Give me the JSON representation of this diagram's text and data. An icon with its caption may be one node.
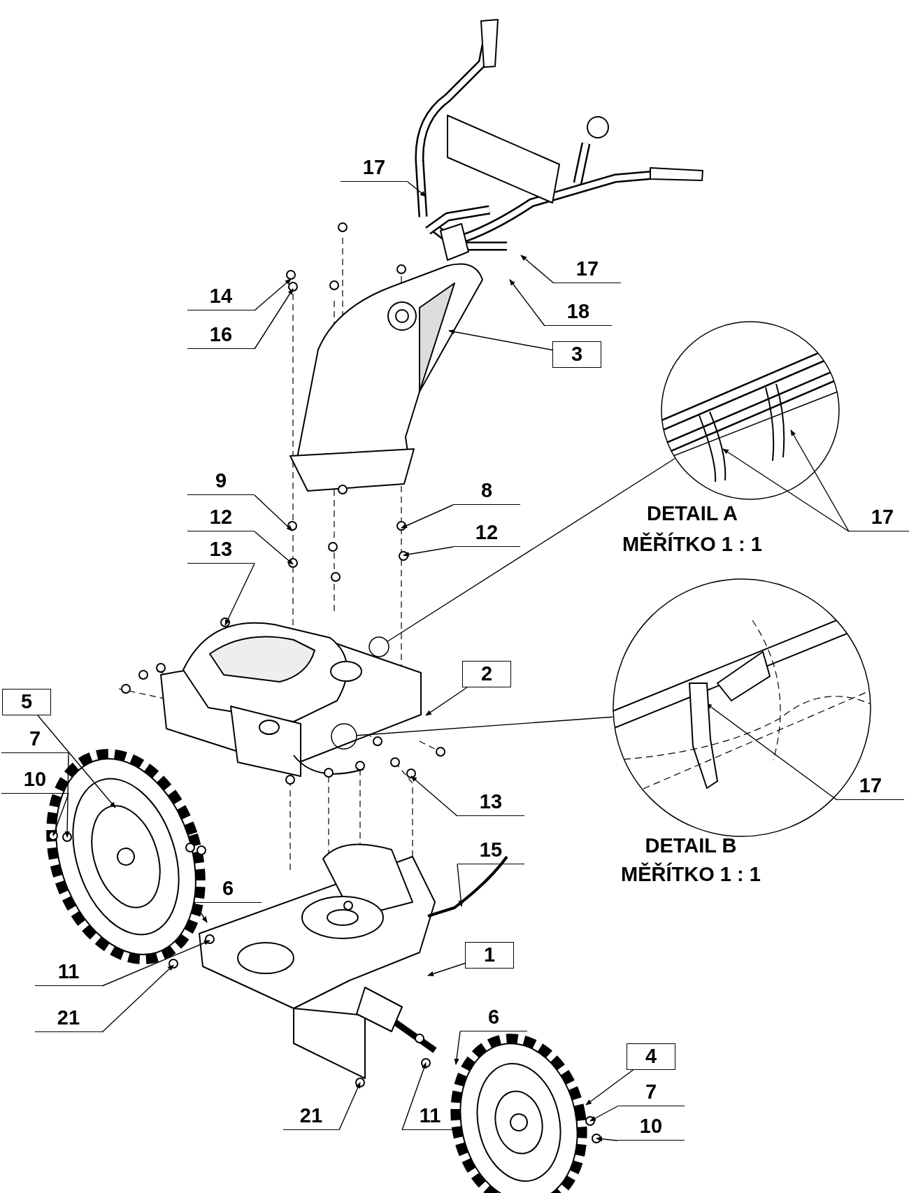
{
  "diagram": {
    "nodes": [
      {
        "text": [
          "DETAIL A",
          "MĚŘÍTKO 1 : 1"
        ]
      },
      {
        "text": [
          "DETAIL B",
          "MĚŘÍTKO 1 : 1"
        ]
      },
      {
        "text": [],
        "shape": "circle"
      },
      {
        "text": [],
        "shape": "circle"
      },
      {
        "text": [
          "17"
        ]
      },
      {
        "text": [
          "17"
        ]
      },
      {
        "text": [
          "14"
        ]
      },
      {
        "text": [
          "18"
        ]
      },
      {
        "text": [
          "16"
        ]
      },
      {
        "text": [
          "3"
        ]
      },
      {
        "text": [
          "8"
        ]
      },
      {
        "text": [
          "9"
        ]
      },
      {
        "text": [
          "17"
        ]
      },
      {
        "text": [
          "12"
        ]
      },
      {
        "text": [
          "12"
        ]
      },
      {
        "text": [
          "13"
        ]
      },
      {
        "text": [
          "2"
        ]
      },
      {
        "text": [
          "5"
        ]
      },
      {
        "text": [
          "7"
        ]
      },
      {
        "text": [
          "10"
        ]
      },
      {
        "text": [
          "17"
        ]
      },
      {
        "text": [
          "13"
        ]
      },
      {
        "text": [
          "15"
        ]
      },
      {
        "text": [
          "6"
        ]
      },
      {
        "text": [
          "1"
        ]
      },
      {
        "text": [
          "11"
        ]
      },
      {
        "text": [
          "21"
        ]
      },
      {
        "text": [
          "6"
        ]
      },
      {
        "text": [
          "4"
        ]
      },
      {
        "text": [
          "7"
        ]
      },
      {
        "text": [
          "21"
        ]
      },
      {
        "text": [
          "11"
        ]
      },
      {
        "text": [
          "10"
        ]
      }
    ],
    "edges": [
      {
        "from": 2,
        "to": 0,
        "arrow": "none"
      },
      {
        "from": 3,
        "to": 1,
        "arrow": "none"
      },
      {
        "from": 4,
        "to": null,
        "arrow": "to"
      },
      {
        "from": 5,
        "to": null,
        "arrow": "to"
      },
      {
        "from": 6,
        "to": null,
        "arrow": "to"
      },
      {
        "from": 7,
        "to": null,
        "arrow": "to"
      },
      {
        "from": 8,
        "to": null,
        "arrow": "to"
      },
      {
        "from": 9,
        "to": null,
        "arrow": "to"
      },
      {
        "from": 10,
        "to": null,
        "arrow": "to"
      },
      {
        "from": 11,
        "to": null,
        "arrow": "to"
      },
      {
        "from": 12,
        "to": 0,
        "arrow": "to"
      },
      {
        "from": 12,
        "to": 0,
        "arrow": "to"
      },
      {
        "from": 13,
        "to": null,
        "arrow": "to"
      },
      {
        "from": 14,
        "to": null,
        "arrow": "to"
      },
      {
        "from": 15,
        "to": null,
        "arrow": "to"
      },
      {
        "from": 16,
        "to": null,
        "arrow": "to"
      },
      {
        "from": 17,
        "to": null,
        "arrow": "to"
      },
      {
        "from": 18,
        "to": null,
        "arrow": "to"
      },
      {
        "from": 19,
        "to": null,
        "arrow": "to"
      },
      {
        "from": 20,
        "to": 1,
        "arrow": "to"
      },
      {
        "from": 21,
        "to": null,
        "arrow": "to"
      },
      {
        "from": 22,
        "to": null,
        "arrow": "to"
      },
      {
        "from": 23,
        "to": null,
        "arrow": "to"
      },
      {
        "from": 24,
        "to": null,
        "arrow": "to"
      },
      {
        "from": 25,
        "to": null,
        "arrow": "to"
      },
      {
        "from": 26,
        "to": null,
        "arrow": "to"
      },
      {
        "from": 27,
        "to": null,
        "arrow": "to"
      },
      {
        "from": 28,
        "to": null,
        "arrow": "to"
      },
      {
        "from": 29,
        "to": null,
        "arrow": "to"
      },
      {
        "from": 30,
        "to": null,
        "arrow": "to"
      },
      {
        "from": 31,
        "to": null,
        "arrow": "to"
      },
      {
        "from": 32,
        "to": null,
        "arrow": "to"
      }
    ]
  }
}
